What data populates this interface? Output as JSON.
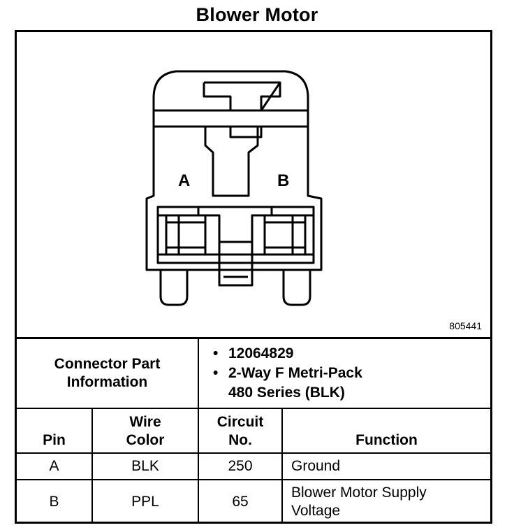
{
  "title": "Blower Motor",
  "figure_number": "805441",
  "pins": {
    "a_label": "A",
    "b_label": "B"
  },
  "connector": {
    "label_line1": "Connector Part",
    "label_line2": "Information",
    "items": [
      "12064829",
      "2-Way F Metri-Pack"
    ],
    "item2_line2": "480 Series (BLK)"
  },
  "table": {
    "headers": {
      "pin": "Pin",
      "wire_color_1": "Wire",
      "wire_color_2": "Color",
      "circuit_1": "Circuit",
      "circuit_2": "No.",
      "function": "Function"
    },
    "rows": [
      {
        "pin": "A",
        "color": "BLK",
        "circuit": "250",
        "function_1": "Ground",
        "function_2": ""
      },
      {
        "pin": "B",
        "color": "PPL",
        "circuit": "65",
        "function_1": "Blower Motor Supply",
        "function_2": "Voltage"
      }
    ]
  }
}
